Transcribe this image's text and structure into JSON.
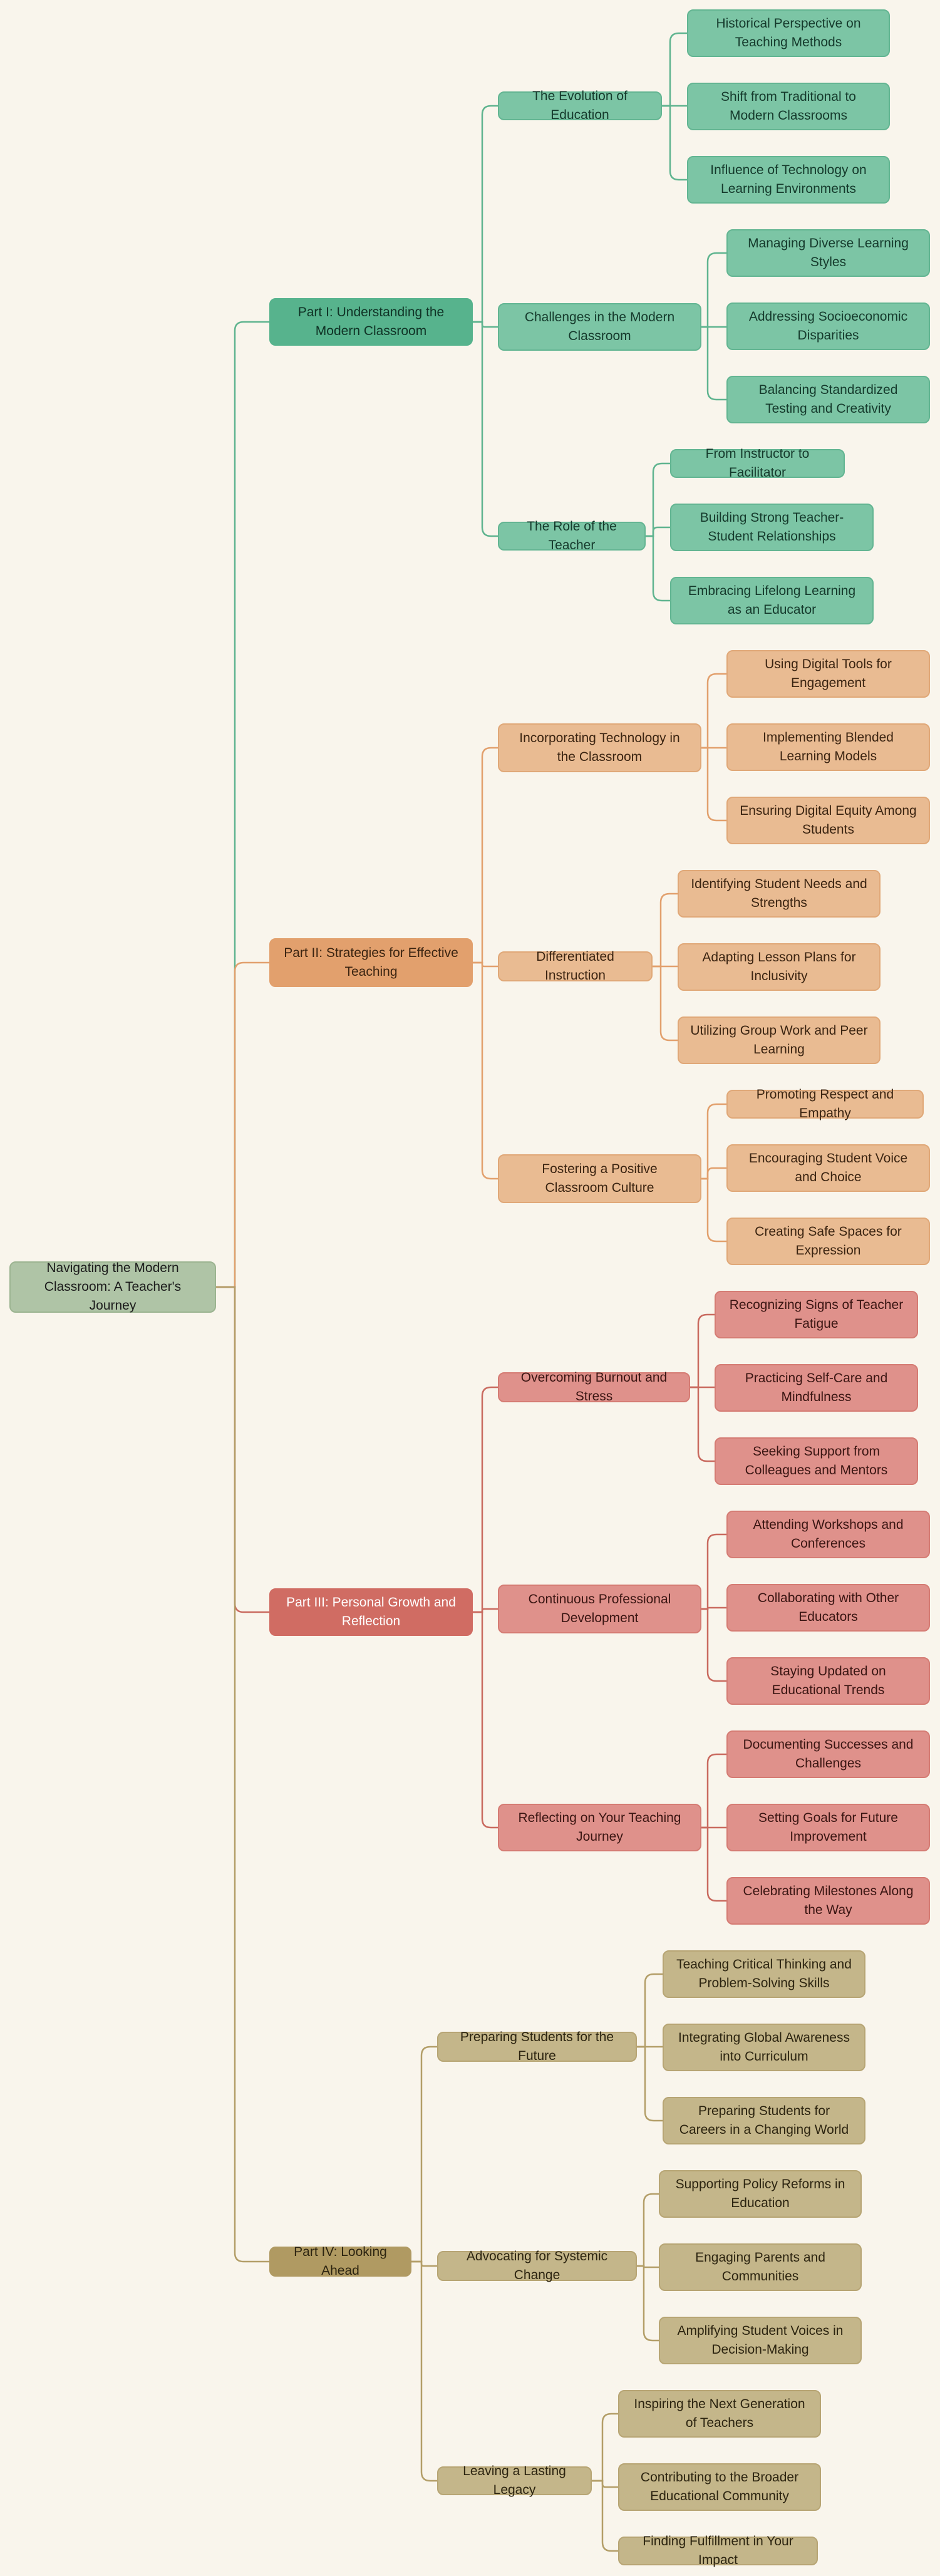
{
  "root": {
    "label": "Navigating the Modern Classroom: A Teacher's Journey"
  },
  "colors": {
    "background": "#f9f5ec",
    "root": {
      "fill": "#afc4a6",
      "border": "#9cb491",
      "text": "#1c1c1c"
    },
    "parts": [
      {
        "part_fill": "#57b38d",
        "part_text": "#103326",
        "fill": "#7cc5a5",
        "border": "#63b592",
        "line": "#5fb48f",
        "text": "#153a2c"
      },
      {
        "part_fill": "#e2a06d",
        "part_text": "#3b2411",
        "fill": "#e9bb92",
        "border": "#e0a878",
        "line": "#e2a06d",
        "text": "#3b2411"
      },
      {
        "part_fill": "#d06c63",
        "part_text": "#ffffff",
        "fill": "#df918b",
        "border": "#d57c74",
        "line": "#c96a5f",
        "text": "#3a1512"
      },
      {
        "part_fill": "#b09a62",
        "part_text": "#2c2410",
        "fill": "#c4b68a",
        "border": "#b7a574",
        "line": "#b39e68",
        "text": "#2c2410"
      }
    ]
  },
  "parts": [
    {
      "label": "Part I: Understanding the Modern Classroom",
      "topics": [
        {
          "label": "The Evolution of Education",
          "items": [
            "Historical Perspective on Teaching Methods",
            "Shift from Traditional to Modern Classrooms",
            "Influence of Technology on Learning Environments"
          ]
        },
        {
          "label": "Challenges in the Modern Classroom",
          "items": [
            "Managing Diverse Learning Styles",
            "Addressing Socioeconomic Disparities",
            "Balancing Standardized Testing and Creativity"
          ]
        },
        {
          "label": "The Role of the Teacher",
          "items": [
            "From Instructor to Facilitator",
            "Building Strong Teacher-Student Relationships",
            "Embracing Lifelong Learning as an Educator"
          ]
        }
      ]
    },
    {
      "label": "Part II: Strategies for Effective Teaching",
      "topics": [
        {
          "label": "Incorporating Technology in the Classroom",
          "items": [
            "Using Digital Tools for Engagement",
            "Implementing Blended Learning Models",
            "Ensuring Digital Equity Among Students"
          ]
        },
        {
          "label": "Differentiated Instruction",
          "items": [
            "Identifying Student Needs and Strengths",
            "Adapting Lesson Plans for Inclusivity",
            "Utilizing Group Work and Peer Learning"
          ]
        },
        {
          "label": "Fostering a Positive Classroom Culture",
          "items": [
            "Promoting Respect and Empathy",
            "Encouraging Student Voice and Choice",
            "Creating Safe Spaces for Expression"
          ]
        }
      ]
    },
    {
      "label": "Part III: Personal Growth and Reflection",
      "topics": [
        {
          "label": "Overcoming Burnout and Stress",
          "items": [
            "Recognizing Signs of Teacher Fatigue",
            "Practicing Self-Care and Mindfulness",
            "Seeking Support from Colleagues and Mentors"
          ]
        },
        {
          "label": "Continuous Professional Development",
          "items": [
            "Attending Workshops and Conferences",
            "Collaborating with Other Educators",
            "Staying Updated on Educational Trends"
          ]
        },
        {
          "label": "Reflecting on Your Teaching Journey",
          "items": [
            "Documenting Successes and Challenges",
            "Setting Goals for Future Improvement",
            "Celebrating Milestones Along the Way"
          ]
        }
      ]
    },
    {
      "label": "Part IV: Looking Ahead",
      "topics": [
        {
          "label": "Preparing Students for the Future",
          "items": [
            "Teaching Critical Thinking and Problem-Solving Skills",
            "Integrating Global Awareness into Curriculum",
            "Preparing Students for Careers in a Changing World"
          ]
        },
        {
          "label": "Advocating for Systemic Change",
          "items": [
            "Supporting Policy Reforms in Education",
            "Engaging Parents and Communities",
            "Amplifying Student Voices in Decision-Making"
          ]
        },
        {
          "label": "Leaving a Lasting Legacy",
          "items": [
            "Inspiring the Next Generation of Teachers",
            "Contributing to the Broader Educational Community",
            "Finding Fulfillment in Your Impact"
          ]
        }
      ]
    }
  ]
}
